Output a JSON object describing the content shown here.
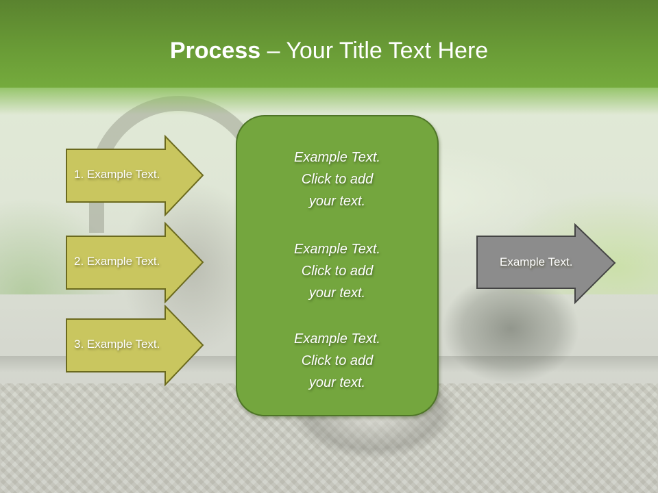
{
  "slide": {
    "title": {
      "bold": "Process",
      "rest": " – Your Title Text Here"
    },
    "colors": {
      "header_top": "#5a832f",
      "header_bottom": "#75ab3d",
      "center_box_fill": "#74a63e",
      "center_box_border": "#4e7527",
      "input_arrow_fill": "#c9c65f",
      "input_arrow_border": "#6b6a1e",
      "output_arrow_fill": "#8c8c8c",
      "output_arrow_border": "#444444"
    },
    "input_arrows": [
      {
        "label": "1. Example Text."
      },
      {
        "label": "2. Example Text."
      },
      {
        "label": "3. Example Text."
      }
    ],
    "center_box": {
      "blocks": [
        {
          "line1": "Example Text.",
          "line2": "Click  to add",
          "line3": "your text."
        },
        {
          "line1": "Example Text.",
          "line2": "Click  to add",
          "line3": "your text."
        },
        {
          "line1": "Example Text.",
          "line2": "Click  to add",
          "line3": "your text."
        }
      ]
    },
    "output_arrow": {
      "label": "Example Text."
    }
  }
}
